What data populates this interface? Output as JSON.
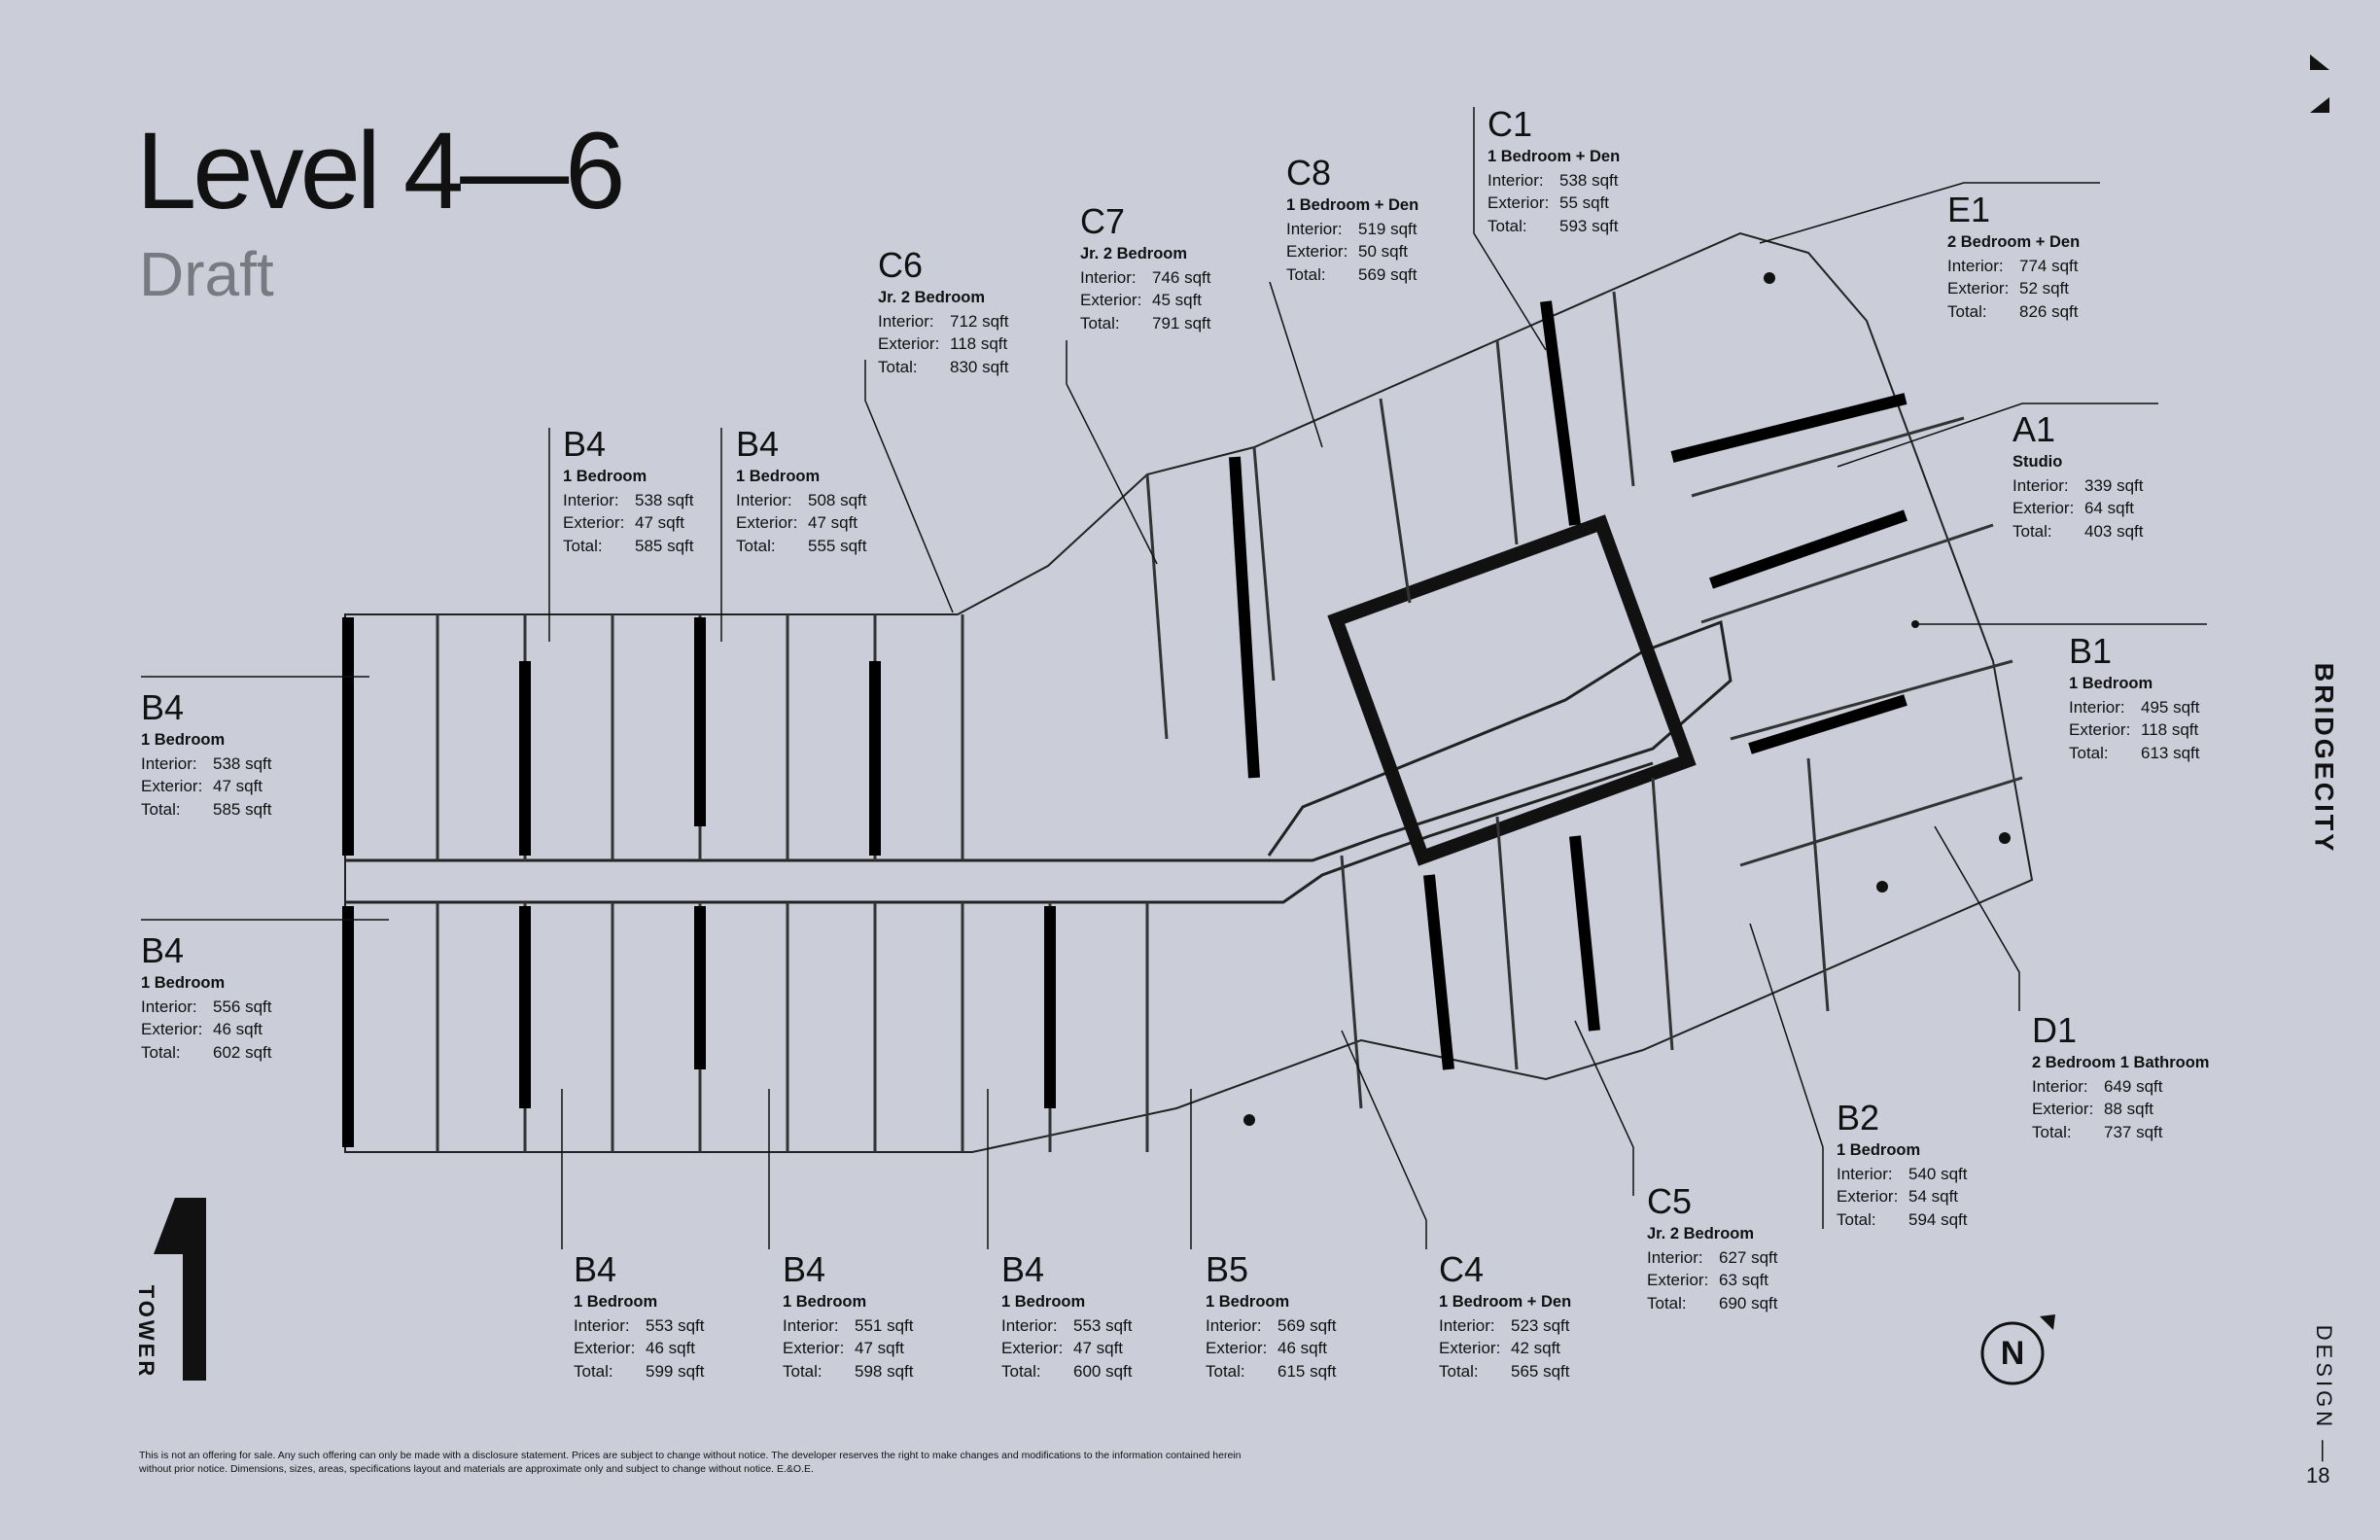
{
  "header": {
    "title": "Level 4—6",
    "subtitle": "Draft"
  },
  "units": [
    {
      "id": "C1",
      "code": "C1",
      "type": "1 Bedroom + Den",
      "interior": "538 sqft",
      "exterior": "55 sqft",
      "total": "593 sqft"
    },
    {
      "id": "C8",
      "code": "C8",
      "type": "1 Bedroom + Den",
      "interior": "519 sqft",
      "exterior": "50 sqft",
      "total": "569 sqft"
    },
    {
      "id": "E1",
      "code": "E1",
      "type": "2 Bedroom + Den",
      "interior": "774 sqft",
      "exterior": "52 sqft",
      "total": "826 sqft"
    },
    {
      "id": "C7",
      "code": "C7",
      "type": "Jr. 2 Bedroom",
      "interior": "746 sqft",
      "exterior": "45 sqft",
      "total": "791 sqft"
    },
    {
      "id": "C6",
      "code": "C6",
      "type": "Jr. 2 Bedroom",
      "interior": "712 sqft",
      "exterior": "118 sqft",
      "total": "830 sqft"
    },
    {
      "id": "A1",
      "code": "A1",
      "type": "Studio",
      "interior": "339 sqft",
      "exterior": "64 sqft",
      "total": "403 sqft"
    },
    {
      "id": "B4a",
      "code": "B4",
      "type": "1 Bedroom",
      "interior": "538 sqft",
      "exterior": "47 sqft",
      "total": "585 sqft"
    },
    {
      "id": "B4b",
      "code": "B4",
      "type": "1 Bedroom",
      "interior": "508 sqft",
      "exterior": "47 sqft",
      "total": "555 sqft"
    },
    {
      "id": "B1",
      "code": "B1",
      "type": "1 Bedroom",
      "interior": "495 sqft",
      "exterior": "118 sqft",
      "total": "613 sqft"
    },
    {
      "id": "B4c",
      "code": "B4",
      "type": "1 Bedroom",
      "interior": "538 sqft",
      "exterior": "47 sqft",
      "total": "585 sqft"
    },
    {
      "id": "B4d",
      "code": "B4",
      "type": "1 Bedroom",
      "interior": "556 sqft",
      "exterior": "46 sqft",
      "total": "602 sqft"
    },
    {
      "id": "D1",
      "code": "D1",
      "type": "2 Bedroom 1 Bathroom",
      "interior": "649 sqft",
      "exterior": "88 sqft",
      "total": "737 sqft"
    },
    {
      "id": "B2",
      "code": "B2",
      "type": "1 Bedroom",
      "interior": "540 sqft",
      "exterior": "54 sqft",
      "total": "594 sqft"
    },
    {
      "id": "C5",
      "code": "C5",
      "type": "Jr. 2 Bedroom",
      "interior": "627 sqft",
      "exterior": "63 sqft",
      "total": "690 sqft"
    },
    {
      "id": "B4e",
      "code": "B4",
      "type": "1 Bedroom",
      "interior": "553 sqft",
      "exterior": "46 sqft",
      "total": "599 sqft"
    },
    {
      "id": "B4f",
      "code": "B4",
      "type": "1 Bedroom",
      "interior": "551 sqft",
      "exterior": "47 sqft",
      "total": "598 sqft"
    },
    {
      "id": "B4g",
      "code": "B4",
      "type": "1 Bedroom",
      "interior": "553 sqft",
      "exterior": "47 sqft",
      "total": "600 sqft"
    },
    {
      "id": "B5",
      "code": "B5",
      "type": "1 Bedroom",
      "interior": "569 sqft",
      "exterior": "46 sqft",
      "total": "615 sqft"
    },
    {
      "id": "C4",
      "code": "C4",
      "type": "1 Bedroom + Den",
      "interior": "523 sqft",
      "exterior": "42 sqft",
      "total": "565 sqft"
    }
  ],
  "field_labels": {
    "interior": "Interior:",
    "exterior": "Exterior:",
    "total": "Total:"
  },
  "tower": {
    "label": "TOWER",
    "number": "1"
  },
  "compass": {
    "label": "N"
  },
  "brand": {
    "name": "BRIDGECITY"
  },
  "footer": {
    "section": "DESIGN —",
    "page": "18",
    "disclaimer": "This is not an offering for sale. Any such offering can only be made with a disclosure statement. Prices are subject to change without notice. The developer reserves the right to make changes and modifications to the information contained herein without prior notice. Dimensions, sizes, areas, specifications layout and materials are approximate only and subject to change without notice.  E.&O.E."
  },
  "colors": {
    "background": "#cbcdd9",
    "ink": "#111111",
    "muted": "#777a80"
  }
}
